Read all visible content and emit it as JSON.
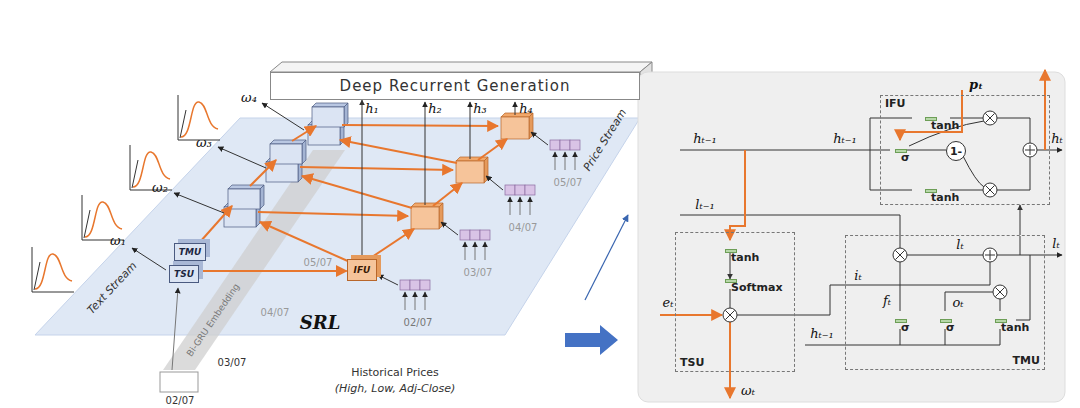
{
  "diagram": {
    "nodes": [
      {
        "text": [
          "Deep Recurrent Generation"
        ]
      },
      {
        "text": [
          "TSU"
        ]
      },
      {
        "text": [
          "TMU"
        ]
      },
      {
        "text": [
          "IFU"
        ]
      },
      {
        "text": [
          "IFU"
        ]
      },
      {
        "text": [
          "tanh"
        ],
        "in": 4
      },
      {
        "text": [
          "σ"
        ],
        "in": 4
      },
      {
        "text": [
          "1-"
        ],
        "in": 4
      },
      {
        "text": [
          "tanh"
        ],
        "in": 4
      },
      {
        "text": [
          "TSU"
        ]
      },
      {
        "text": [
          "tanh"
        ],
        "in": 9
      },
      {
        "text": [
          "Softmax"
        ],
        "in": 9
      },
      {
        "text": [
          "TMU"
        ]
      },
      {
        "text": [
          "σ"
        ],
        "in": 12
      },
      {
        "text": [
          "σ"
        ],
        "in": 12
      },
      {
        "text": [
          "tanh"
        ],
        "in": 12
      }
    ],
    "edges": [
      {
        "from": 1,
        "to": 3,
        "arrow": "to"
      },
      {
        "from": 3,
        "to": 0,
        "arrow": "to"
      },
      {
        "from": 10,
        "to": 11,
        "arrow": "to"
      },
      {
        "from": 6,
        "to": 7,
        "arrow": "none"
      },
      {
        "from": 12,
        "to": 4,
        "arrow": "to"
      }
    ],
    "labels": [
      "Text Stream",
      "Price Stream",
      "SRL",
      "Bi-GRU Embedding",
      "Historical Prices",
      "(High, Low, Adj-Close)",
      "h₁",
      "h₂",
      "h₃",
      "h₄",
      "ω₁",
      "ω₂",
      "ω₃",
      "ω₄",
      "02/07",
      "03/07",
      "04/07",
      "05/07",
      "02/07",
      "03/07",
      "04/07",
      "05/07",
      "pₜ",
      "hₜ₋₁",
      "hₜ₋₁",
      "hₜ",
      "lₜ₋₁",
      "lₜ",
      "lₜ",
      "eₜ",
      "ωₜ",
      "fₜ",
      "oₜ",
      "iₜ",
      "hₜ₋₁"
    ]
  }
}
